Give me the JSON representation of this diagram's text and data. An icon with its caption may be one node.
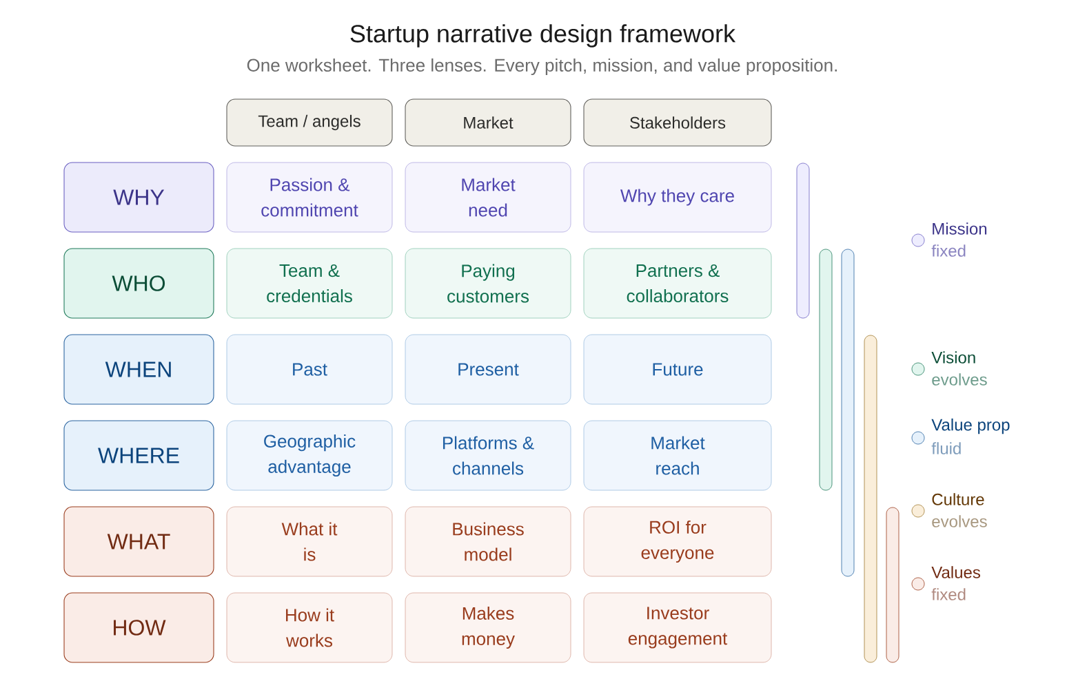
{
  "diagram": {
    "title": "Startup narrative design framework",
    "caption": "One worksheet. Three lenses. Every pitch, mission, and value proposition.",
    "nodes": [
      {
        "text": [
          "Team / angels"
        ]
      },
      {
        "text": [
          "Market"
        ]
      },
      {
        "text": [
          "Stakeholders"
        ]
      },
      {
        "text": [
          "WHY"
        ]
      },
      {
        "text": [
          "Passion & commitment"
        ]
      },
      {
        "text": [
          "Market need"
        ]
      },
      {
        "text": [
          "Why they care"
        ]
      },
      {
        "text": [
          "WHO"
        ]
      },
      {
        "text": [
          "Team & credentials"
        ]
      },
      {
        "text": [
          "Paying customers"
        ]
      },
      {
        "text": [
          "Partners & collaborators"
        ]
      },
      {
        "text": [
          "WHEN"
        ]
      },
      {
        "text": [
          "Past"
        ]
      },
      {
        "text": [
          "Present"
        ]
      },
      {
        "text": [
          "Future"
        ]
      },
      {
        "text": [
          "WHERE"
        ]
      },
      {
        "text": [
          "Geographic advantage"
        ]
      },
      {
        "text": [
          "Platforms & channels"
        ]
      },
      {
        "text": [
          "Market reach"
        ]
      },
      {
        "text": [
          "WHAT"
        ]
      },
      {
        "text": [
          "What it is"
        ]
      },
      {
        "text": [
          "Business model"
        ]
      },
      {
        "text": [
          "ROI for everyone"
        ]
      },
      {
        "text": [
          "HOW"
        ]
      },
      {
        "text": [
          "How it works"
        ]
      },
      {
        "text": [
          "Makes money"
        ]
      },
      {
        "text": [
          "Investor engagement"
        ]
      },
      {
        "text": [],
        "shape": "bar"
      },
      {
        "text": [],
        "shape": "bar"
      },
      {
        "text": [],
        "shape": "bar"
      },
      {
        "text": [],
        "shape": "bar"
      },
      {
        "text": [],
        "shape": "bar"
      }
    ],
    "labels": [
      "fixed",
      "evolves",
      "fluid",
      "evolves",
      "fixed"
    ],
    "legend": [
      {
        "text": "Mission",
        "color": "#eeedfe"
      },
      {
        "text": "Vision",
        "color": "#e1f5ee"
      },
      {
        "text": "Value prop",
        "color": "#e6f1fb"
      },
      {
        "text": "Culture",
        "color": "#faeeda"
      },
      {
        "text": "Values",
        "color": "#faece7"
      }
    ]
  }
}
